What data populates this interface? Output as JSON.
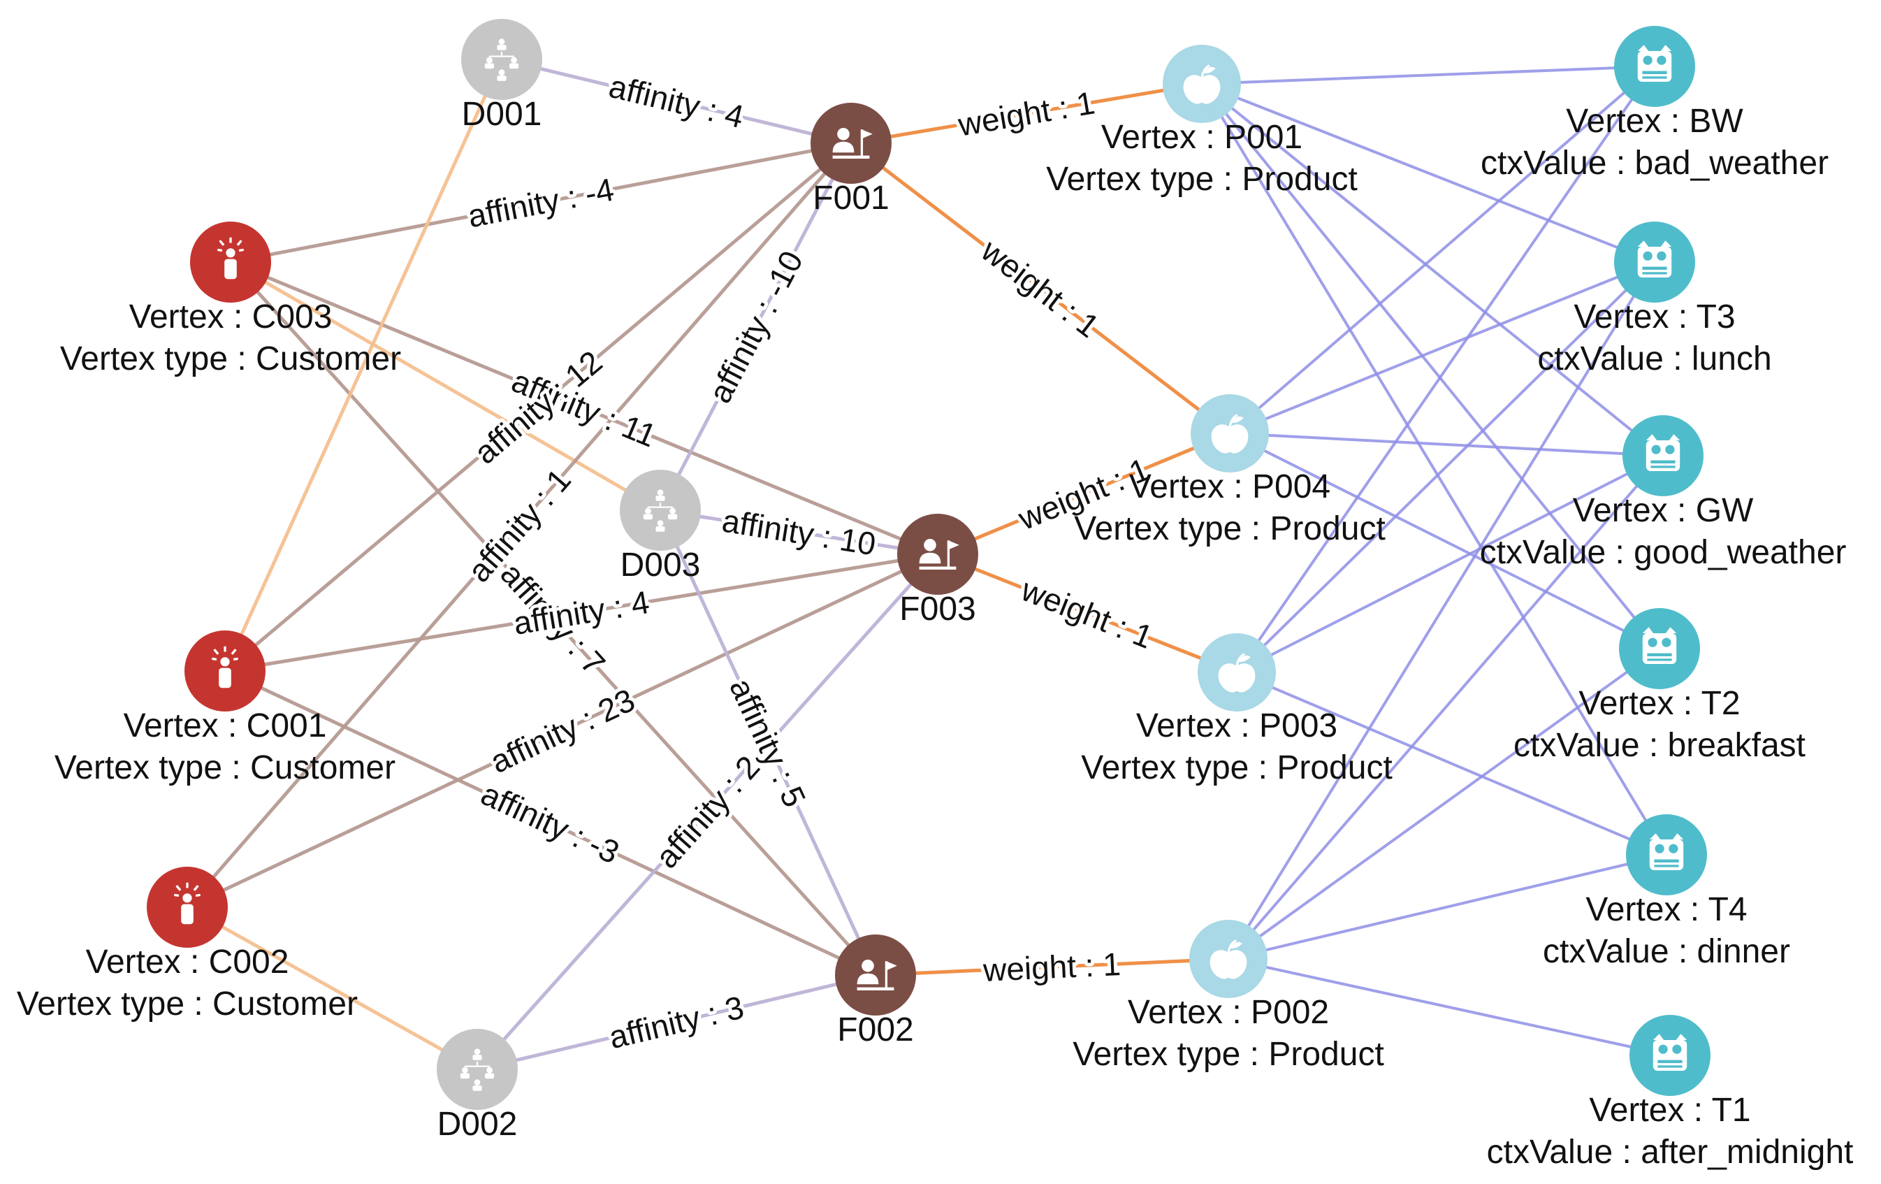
{
  "colors": {
    "customer": "#C5352F",
    "department": "#C6C6C6",
    "facilitator": "#7B4E45",
    "product": "#A9D8E6",
    "context": "#4FBCCB",
    "edge_affinity": "#B59A92",
    "edge_customer_department": "#F4C08F",
    "edge_department": "#BDB2D6",
    "edge_weight": "#EE8A3E",
    "edge_context": "#8E8EE6"
  },
  "vertices": [
    {
      "id": "C003",
      "kind": "customer",
      "icon": "customer-icon",
      "lines": [
        "Vertex : C003",
        "Vertex type : Customer"
      ]
    },
    {
      "id": "C001",
      "kind": "customer",
      "icon": "customer-icon",
      "lines": [
        "Vertex : C001",
        "Vertex type : Customer"
      ]
    },
    {
      "id": "C002",
      "kind": "customer",
      "icon": "customer-icon",
      "lines": [
        "Vertex : C002",
        "Vertex type : Customer"
      ]
    },
    {
      "id": "D001",
      "kind": "department",
      "icon": "org-chart-icon",
      "lines": [
        "D001"
      ]
    },
    {
      "id": "D003",
      "kind": "department",
      "icon": "org-chart-icon",
      "lines": [
        "D003"
      ]
    },
    {
      "id": "D002",
      "kind": "department",
      "icon": "org-chart-icon",
      "lines": [
        "D002"
      ]
    },
    {
      "id": "F001",
      "kind": "facilitator",
      "icon": "presenter-flag-icon",
      "lines": [
        "F001"
      ]
    },
    {
      "id": "F003",
      "kind": "facilitator",
      "icon": "presenter-flag-icon",
      "lines": [
        "F003"
      ]
    },
    {
      "id": "F002",
      "kind": "facilitator",
      "icon": "presenter-flag-icon",
      "lines": [
        "F002"
      ]
    },
    {
      "id": "P001",
      "kind": "product",
      "icon": "apple-icon",
      "lines": [
        "Vertex : P001",
        "Vertex type : Product"
      ]
    },
    {
      "id": "P004",
      "kind": "product",
      "icon": "apple-icon",
      "lines": [
        "Vertex : P004",
        "Vertex type : Product"
      ]
    },
    {
      "id": "P003",
      "kind": "product",
      "icon": "apple-icon",
      "lines": [
        "Vertex : P003",
        "Vertex type : Product"
      ]
    },
    {
      "id": "P002",
      "kind": "product",
      "icon": "apple-icon",
      "lines": [
        "Vertex : P002",
        "Vertex type : Product"
      ]
    },
    {
      "id": "BW",
      "kind": "context",
      "icon": "owl-context-icon",
      "lines": [
        "Vertex : BW",
        "ctxValue : bad_weather"
      ]
    },
    {
      "id": "T3",
      "kind": "context",
      "icon": "owl-context-icon",
      "lines": [
        "Vertex : T3",
        "ctxValue : lunch"
      ]
    },
    {
      "id": "GW",
      "kind": "context",
      "icon": "owl-context-icon",
      "lines": [
        "Vertex : GW",
        "ctxValue : good_weather"
      ]
    },
    {
      "id": "T2",
      "kind": "context",
      "icon": "owl-context-icon",
      "lines": [
        "Vertex : T2",
        "ctxValue : breakfast"
      ]
    },
    {
      "id": "T4",
      "kind": "context",
      "icon": "owl-context-icon",
      "lines": [
        "Vertex : T4",
        "ctxValue : dinner"
      ]
    },
    {
      "id": "T1",
      "kind": "context",
      "icon": "owl-context-icon",
      "lines": [
        "Vertex : T1",
        "ctxValue : after_midnight"
      ]
    }
  ],
  "edges": [
    {
      "from": "D001",
      "to": "F001",
      "label": "affinity : 4",
      "kind": "department"
    },
    {
      "from": "C003",
      "to": "F001",
      "label": "affinity : -4",
      "kind": "affinity"
    },
    {
      "from": "C003",
      "to": "F003",
      "label": "affinity : 11",
      "kind": "affinity"
    },
    {
      "from": "C003",
      "to": "F002",
      "label": "affinity : 7",
      "kind": "affinity"
    },
    {
      "from": "C003",
      "to": "D003",
      "label": "",
      "kind": "customer_department"
    },
    {
      "from": "C001",
      "to": "F001",
      "label": "affinity : 12",
      "kind": "affinity"
    },
    {
      "from": "C001",
      "to": "F003",
      "label": "affinity : 4",
      "kind": "affinity"
    },
    {
      "from": "C001",
      "to": "F002",
      "label": "affinity : -3",
      "kind": "affinity"
    },
    {
      "from": "C001",
      "to": "D001",
      "label": "",
      "kind": "customer_department"
    },
    {
      "from": "C002",
      "to": "F001",
      "label": "affinity : 1",
      "kind": "affinity"
    },
    {
      "from": "C002",
      "to": "F003",
      "label": "affinity : 23",
      "kind": "affinity"
    },
    {
      "from": "C002",
      "to": "D002",
      "label": "",
      "kind": "customer_department"
    },
    {
      "from": "D003",
      "to": "F001",
      "label": "affinity : -10",
      "kind": "department"
    },
    {
      "from": "D003",
      "to": "F003",
      "label": "affinity : 10",
      "kind": "department"
    },
    {
      "from": "D003",
      "to": "F002",
      "label": "affinity : 5",
      "kind": "department"
    },
    {
      "from": "D002",
      "to": "F003",
      "label": "affinity : 2",
      "kind": "department"
    },
    {
      "from": "D002",
      "to": "F002",
      "label": "affinity : 3",
      "kind": "department"
    },
    {
      "from": "F001",
      "to": "P001",
      "label": "weight : 1",
      "kind": "weight"
    },
    {
      "from": "F001",
      "to": "P004",
      "label": "weight : 1",
      "kind": "weight"
    },
    {
      "from": "F003",
      "to": "P004",
      "label": "weight : 1",
      "kind": "weight"
    },
    {
      "from": "F003",
      "to": "P003",
      "label": "weight : 1",
      "kind": "weight"
    },
    {
      "from": "F002",
      "to": "P002",
      "label": "weight : 1",
      "kind": "weight"
    },
    {
      "from": "P001",
      "to": "BW",
      "label": "",
      "kind": "context"
    },
    {
      "from": "P001",
      "to": "T3",
      "label": "",
      "kind": "context"
    },
    {
      "from": "P001",
      "to": "T2",
      "label": "",
      "kind": "context"
    },
    {
      "from": "P001",
      "to": "T4",
      "label": "",
      "kind": "context"
    },
    {
      "from": "P001",
      "to": "GW",
      "label": "",
      "kind": "context"
    },
    {
      "from": "P004",
      "to": "BW",
      "label": "",
      "kind": "context"
    },
    {
      "from": "P004",
      "to": "T3",
      "label": "",
      "kind": "context"
    },
    {
      "from": "P004",
      "to": "GW",
      "label": "",
      "kind": "context"
    },
    {
      "from": "P004",
      "to": "T2",
      "label": "",
      "kind": "context"
    },
    {
      "from": "P003",
      "to": "BW",
      "label": "",
      "kind": "context"
    },
    {
      "from": "P003",
      "to": "T3",
      "label": "",
      "kind": "context"
    },
    {
      "from": "P003",
      "to": "GW",
      "label": "",
      "kind": "context"
    },
    {
      "from": "P003",
      "to": "T4",
      "label": "",
      "kind": "context"
    },
    {
      "from": "P002",
      "to": "T3",
      "label": "",
      "kind": "context"
    },
    {
      "from": "P002",
      "to": "GW",
      "label": "",
      "kind": "context"
    },
    {
      "from": "P002",
      "to": "T2",
      "label": "",
      "kind": "context"
    },
    {
      "from": "P002",
      "to": "T4",
      "label": "",
      "kind": "context"
    },
    {
      "from": "P002",
      "to": "T1",
      "label": "",
      "kind": "context"
    }
  ]
}
